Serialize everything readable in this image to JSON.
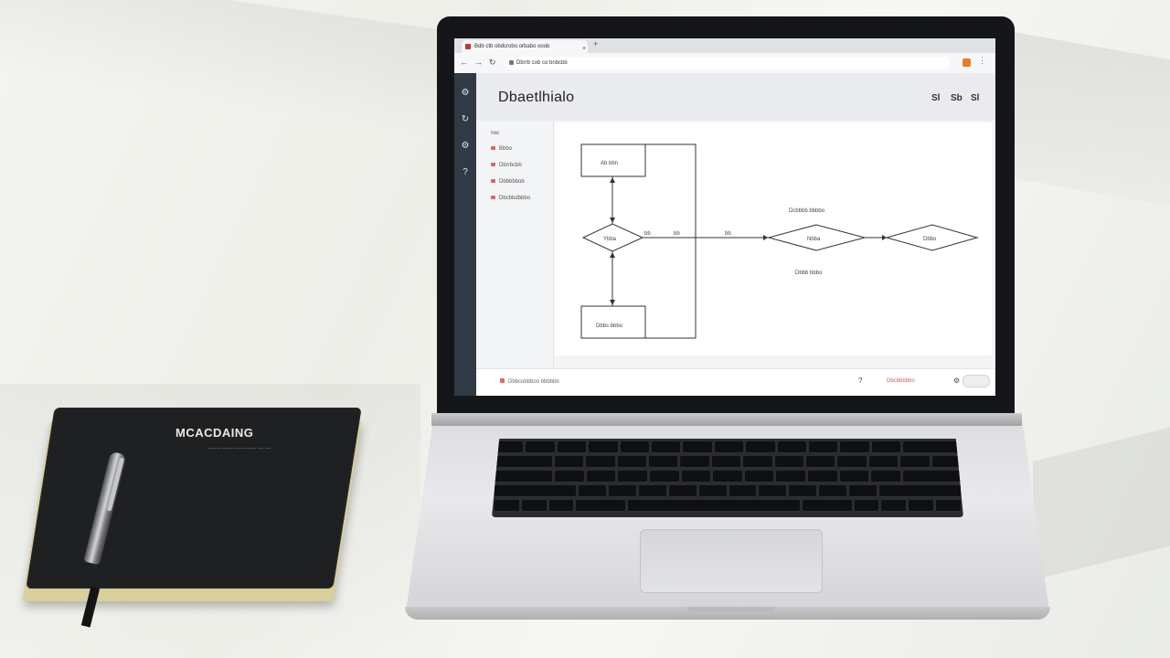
{
  "notebook": {
    "title": "MCACDAING",
    "subtitle": "-------- -------- ------ ------- ---- ----"
  },
  "browser": {
    "tab_title": "Bdb ctb obdcrobo orbabo ooob",
    "tab_close": "×",
    "new_tab": "+",
    "back_icon": "back-arrow-icon",
    "url": "Dbrrb cob co bnbcbb",
    "menu_glyph": "⋮"
  },
  "app": {
    "title": "Dbaetlhialo",
    "header_icons": [
      "Sl",
      "Sb",
      "Sl"
    ],
    "rail_icons": [
      "settings-icon",
      "refresh-icon",
      "gear-icon",
      "help-icon"
    ],
    "rail_glyphs": [
      "⚙",
      "↻",
      "⚙",
      "?"
    ],
    "side_panel": {
      "heading": "Nbb",
      "items": [
        "Bbbo",
        "Dbrrbcbb",
        "Dbbbbbob",
        "Dbcbbdbbbo"
      ]
    },
    "diagram": {
      "nodes": [
        "Ab bbn",
        "Ybba",
        "Dbbs bbbo",
        "Nbba",
        "Dbbo"
      ],
      "labels": [
        "Dcbbbb bbbbo",
        "Dbbb bbbo"
      ],
      "connector_labels": [
        "bb",
        "bb",
        "bb"
      ]
    },
    "footer": {
      "left": "Dbbcobbboo bbbbbb",
      "right": "Dbcbbbbbo",
      "icons": [
        "info-icon",
        "settings-icon"
      ],
      "glyphs": [
        "?",
        "⚙"
      ]
    }
  }
}
